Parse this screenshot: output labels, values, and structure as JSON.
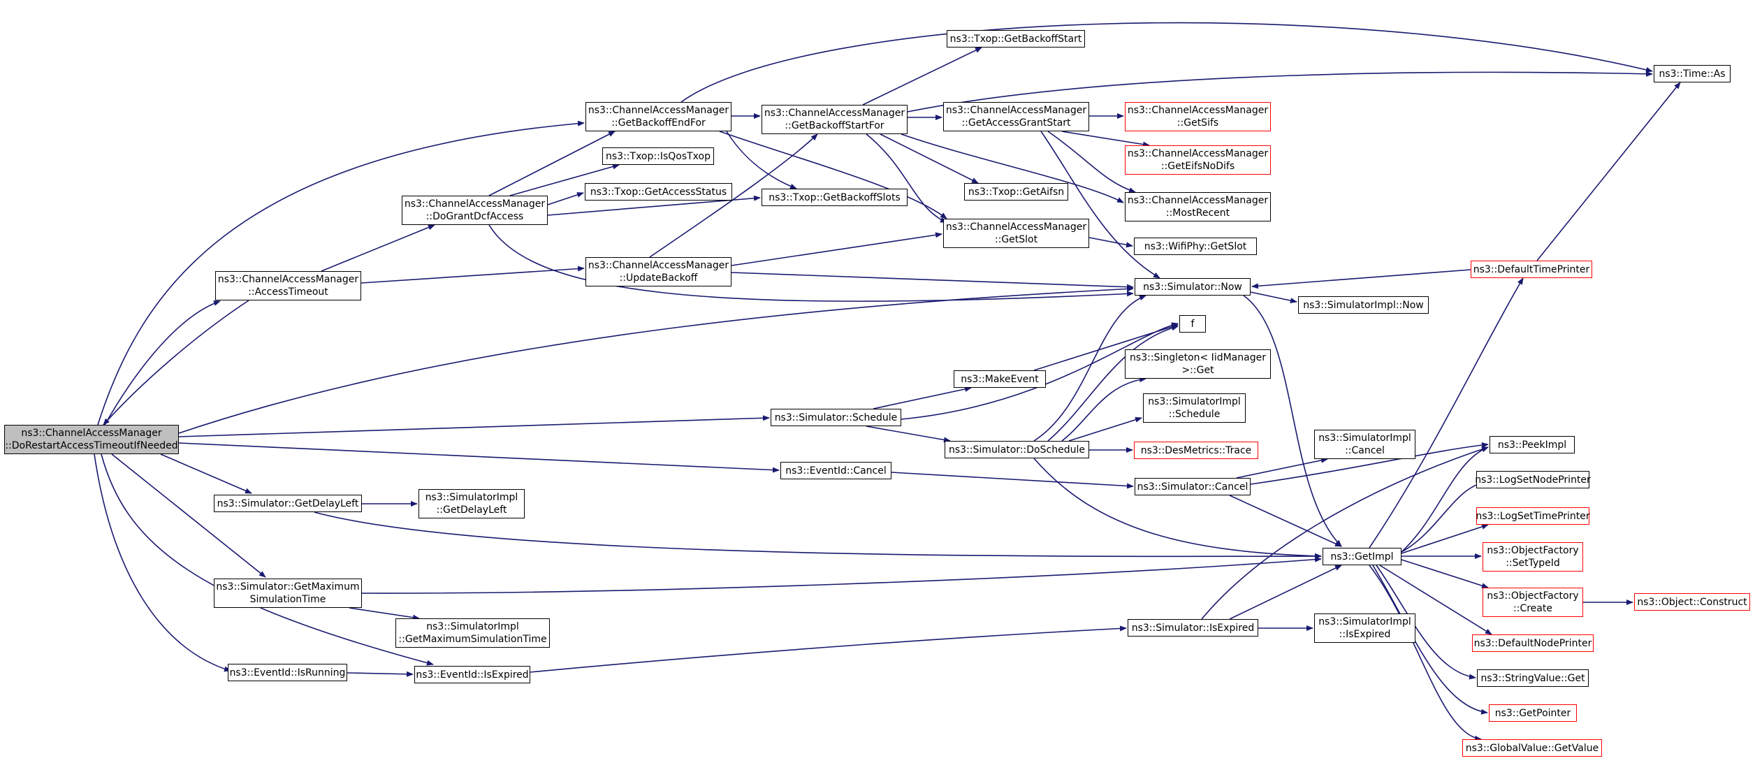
{
  "colors": {
    "edge": "#191970",
    "border": "#000000",
    "external_border": "#ff0000",
    "root_fill": "#bfbfbf"
  },
  "nodes": {
    "root": {
      "line1": "ns3::ChannelAccessManager",
      "line2": "::DoRestartAccessTimeoutIfNeeded"
    },
    "access_timeout": {
      "line1": "ns3::ChannelAccessManager",
      "line2": "::AccessTimeout"
    },
    "do_grant_dcf_access": {
      "line1": "ns3::ChannelAccessManager",
      "line2": "::DoGrantDcfAccess"
    },
    "get_backoff_end_for": {
      "line1": "ns3::ChannelAccessManager",
      "line2": "::GetBackoffEndFor"
    },
    "get_backoff_start_for": {
      "line1": "ns3::ChannelAccessManager",
      "line2": "::GetBackoffStartFor"
    },
    "update_backoff": {
      "line1": "ns3::ChannelAccessManager",
      "line2": "::UpdateBackoff"
    },
    "get_access_grant_start": {
      "line1": "ns3::ChannelAccessManager",
      "line2": "::GetAccessGrantStart"
    },
    "get_slot": {
      "line1": "ns3::ChannelAccessManager",
      "line2": "::GetSlot"
    },
    "get_sifs": {
      "line1": "ns3::ChannelAccessManager",
      "line2": "::GetSifs"
    },
    "get_eifs_no_difs": {
      "line1": "ns3::ChannelAccessManager",
      "line2": "::GetEifsNoDifs"
    },
    "most_recent": {
      "line1": "ns3::ChannelAccessManager",
      "line2": "::MostRecent"
    },
    "txop_get_backoff_start": {
      "line1": "ns3::Txop::GetBackoffStart"
    },
    "txop_is_qos_txop": {
      "line1": "ns3::Txop::IsQosTxop"
    },
    "txop_get_access_status": {
      "line1": "ns3::Txop::GetAccessStatus"
    },
    "txop_get_backoff_slots": {
      "line1": "ns3::Txop::GetBackoffSlots"
    },
    "txop_get_aifsn": {
      "line1": "ns3::Txop::GetAifsn"
    },
    "wifi_phy_get_slot": {
      "line1": "ns3::WifiPhy::GetSlot"
    },
    "time_as": {
      "line1": "ns3::Time::As"
    },
    "simulator_now": {
      "line1": "ns3::Simulator::Now"
    },
    "simulator_impl_now": {
      "line1": "ns3::SimulatorImpl::Now"
    },
    "default_time_printer": {
      "line1": "ns3::DefaultTimePrinter"
    },
    "f": {
      "line1": "f"
    },
    "make_event": {
      "line1": "ns3::MakeEvent"
    },
    "singleton_get": {
      "line1": "ns3::Singleton< IidManager",
      "line2": ">::Get"
    },
    "simulator_impl_schedule": {
      "line1": "ns3::SimulatorImpl",
      "line2": "::Schedule"
    },
    "simulator_schedule": {
      "line1": "ns3::Simulator::Schedule"
    },
    "simulator_do_schedule": {
      "line1": "ns3::Simulator::DoSchedule"
    },
    "des_metrics_trace": {
      "line1": "ns3::DesMetrics::Trace"
    },
    "event_id_cancel": {
      "line1": "ns3::EventId::Cancel"
    },
    "simulator_cancel": {
      "line1": "ns3::Simulator::Cancel"
    },
    "simulator_impl_cancel": {
      "line1": "ns3::SimulatorImpl",
      "line2": "::Cancel"
    },
    "peek_impl": {
      "line1": "ns3::PeekImpl"
    },
    "get_delay_left": {
      "line1": "ns3::Simulator::GetDelayLeft"
    },
    "simulator_impl_get_delay_left": {
      "line1": "ns3::SimulatorImpl",
      "line2": "::GetDelayLeft"
    },
    "get_impl": {
      "line1": "ns3::GetImpl"
    },
    "log_set_node_printer": {
      "line1": "ns3::LogSetNodePrinter"
    },
    "log_set_time_printer": {
      "line1": "ns3::LogSetTimePrinter"
    },
    "object_factory_set_type_id": {
      "line1": "ns3::ObjectFactory",
      "line2": "::SetTypeId"
    },
    "object_factory_create": {
      "line1": "ns3::ObjectFactory",
      "line2": "::Create"
    },
    "object_construct": {
      "line1": "ns3::Object::Construct"
    },
    "default_node_printer": {
      "line1": "ns3::DefaultNodePrinter"
    },
    "string_value_get": {
      "line1": "ns3::StringValue::Get"
    },
    "get_pointer": {
      "line1": "ns3::GetPointer"
    },
    "global_value_get_value": {
      "line1": "ns3::GlobalValue::GetValue"
    },
    "get_maximum_simulation_time": {
      "line1": "ns3::Simulator::GetMaximum",
      "line2": "SimulationTime"
    },
    "simulator_impl_get_maximum_simulation_time": {
      "line1": "ns3::SimulatorImpl",
      "line2": "::GetMaximumSimulationTime"
    },
    "simulator_is_expired": {
      "line1": "ns3::Simulator::IsExpired"
    },
    "simulator_impl_is_expired": {
      "line1": "ns3::SimulatorImpl",
      "line2": "::IsExpired"
    },
    "event_id_is_running": {
      "line1": "ns3::EventId::IsRunning"
    },
    "event_id_is_expired": {
      "line1": "ns3::EventId::IsExpired"
    }
  }
}
